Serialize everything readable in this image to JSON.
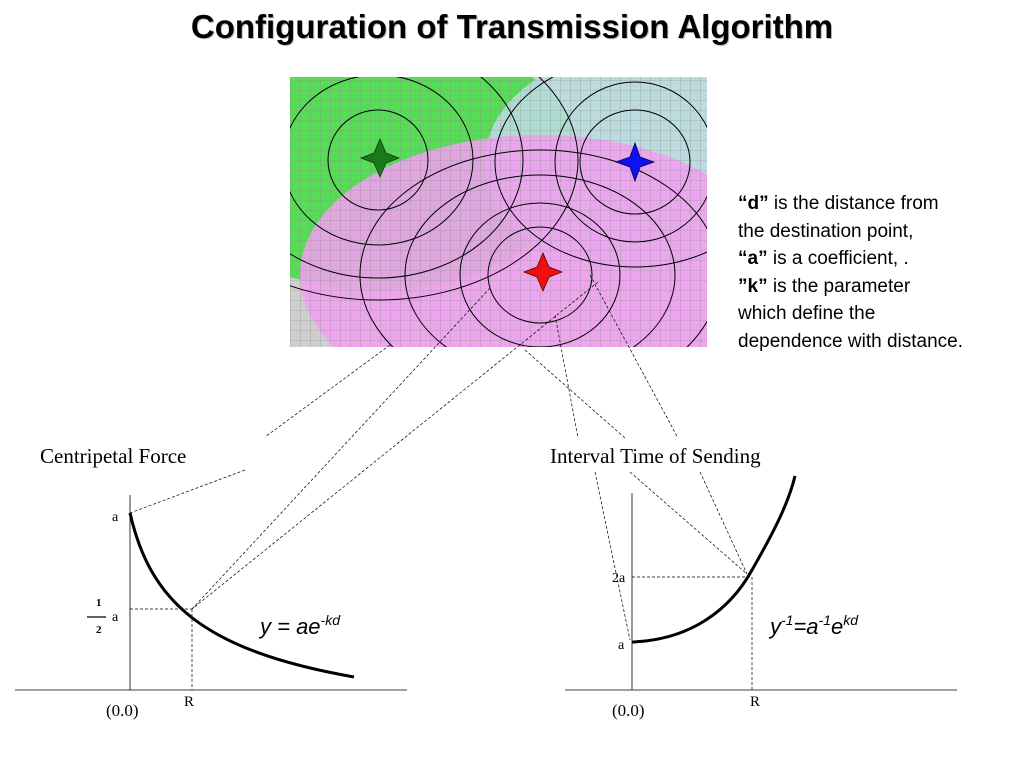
{
  "title": "Configuration of Transmission Algorithm",
  "legend": {
    "d_term": "“d”",
    "d_text": " is the distance from",
    "d_text2": " the destination point,",
    "a_term": "“a”",
    "a_text": " is a coefficient, .",
    "k_term": "”k”",
    "k_text": " is the parameter",
    "k_text2": "which define the",
    "k_text3": "dependence with distance."
  },
  "colors": {
    "green_zone": "#3fe03f",
    "blue_zone": "#b8dce0",
    "pink_zone": "#f0a0f0",
    "grid_bg": "#cfcfcf",
    "green_marker": "#1a7a1a",
    "blue_marker": "#1010f0",
    "red_marker": "#f01010"
  },
  "markers": [
    {
      "name": "green-node",
      "icon": "four-point-star-icon"
    },
    {
      "name": "blue-node",
      "icon": "four-point-star-icon"
    },
    {
      "name": "red-node",
      "icon": "four-point-star-icon"
    }
  ],
  "left_chart": {
    "title": "Centripetal Force",
    "formula_main": "y = ae",
    "formula_exp": "-kd",
    "y_label_top": "a",
    "y_label_half_num": "1",
    "y_label_half_den": "2",
    "y_label_half_a": "a",
    "x_label_R": "R",
    "origin": "(0.0)"
  },
  "right_chart": {
    "title": "Interval Time of Sending",
    "formula_y": "y",
    "formula_y_exp": "-1",
    "formula_eq_a": "=a",
    "formula_a_exp": "-1",
    "formula_e": "e",
    "formula_e_exp": "kd",
    "y_label_2a": "2a",
    "y_label_a": "a",
    "x_label_R": "R",
    "origin": "(0.0)"
  }
}
